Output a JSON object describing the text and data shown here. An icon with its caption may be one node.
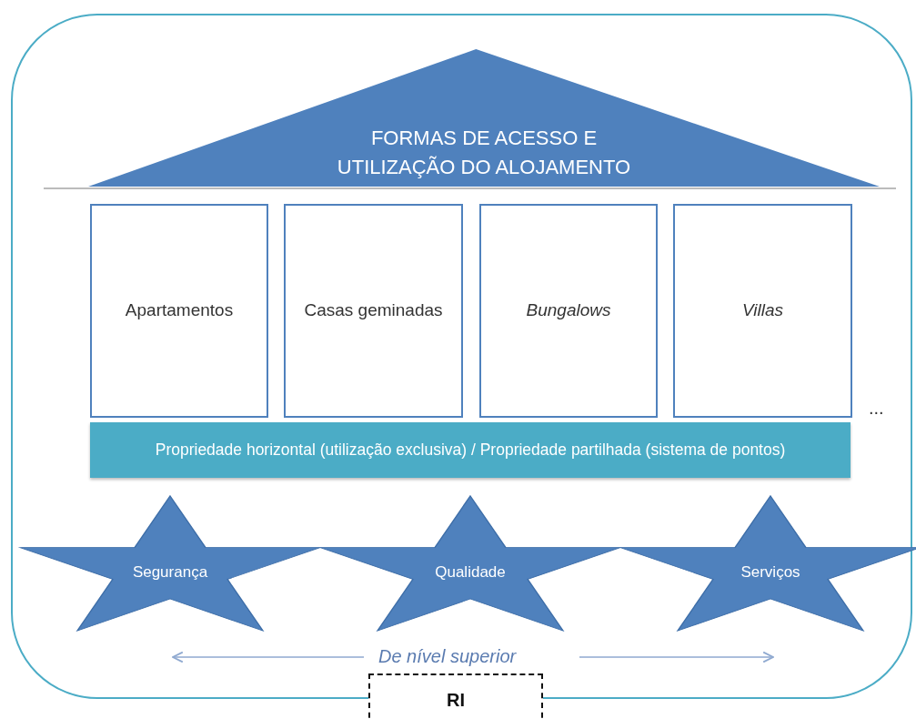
{
  "diagram": {
    "nodes": [
      {
        "text": [],
        "shape": "box"
      },
      {
        "text": [
          "FORMAS DE ACESSO E UTILIZAÇÃO DO ALOJAMENTO"
        ],
        "in": 0
      },
      {
        "text": [
          "Apartamentos"
        ],
        "in": 0
      },
      {
        "text": [
          "Casas geminadas"
        ],
        "in": 0
      },
      {
        "text": [
          "Bungalows"
        ],
        "in": 0
      },
      {
        "text": [
          "Villas"
        ],
        "in": 0
      },
      {
        "text": [
          "Propriedade horizontal (utilização exclusiva) / Propriedade partilhada (sistema de pontos)"
        ],
        "in": 0
      },
      {
        "text": [
          "Segurança"
        ],
        "in": 0
      },
      {
        "text": [
          "Qualidade"
        ],
        "in": 0
      },
      {
        "text": [
          "Serviços"
        ],
        "in": 0
      },
      {
        "text": [
          "RI"
        ]
      }
    ],
    "edges": [],
    "labels": [
      "...",
      "De nível superior"
    ]
  }
}
